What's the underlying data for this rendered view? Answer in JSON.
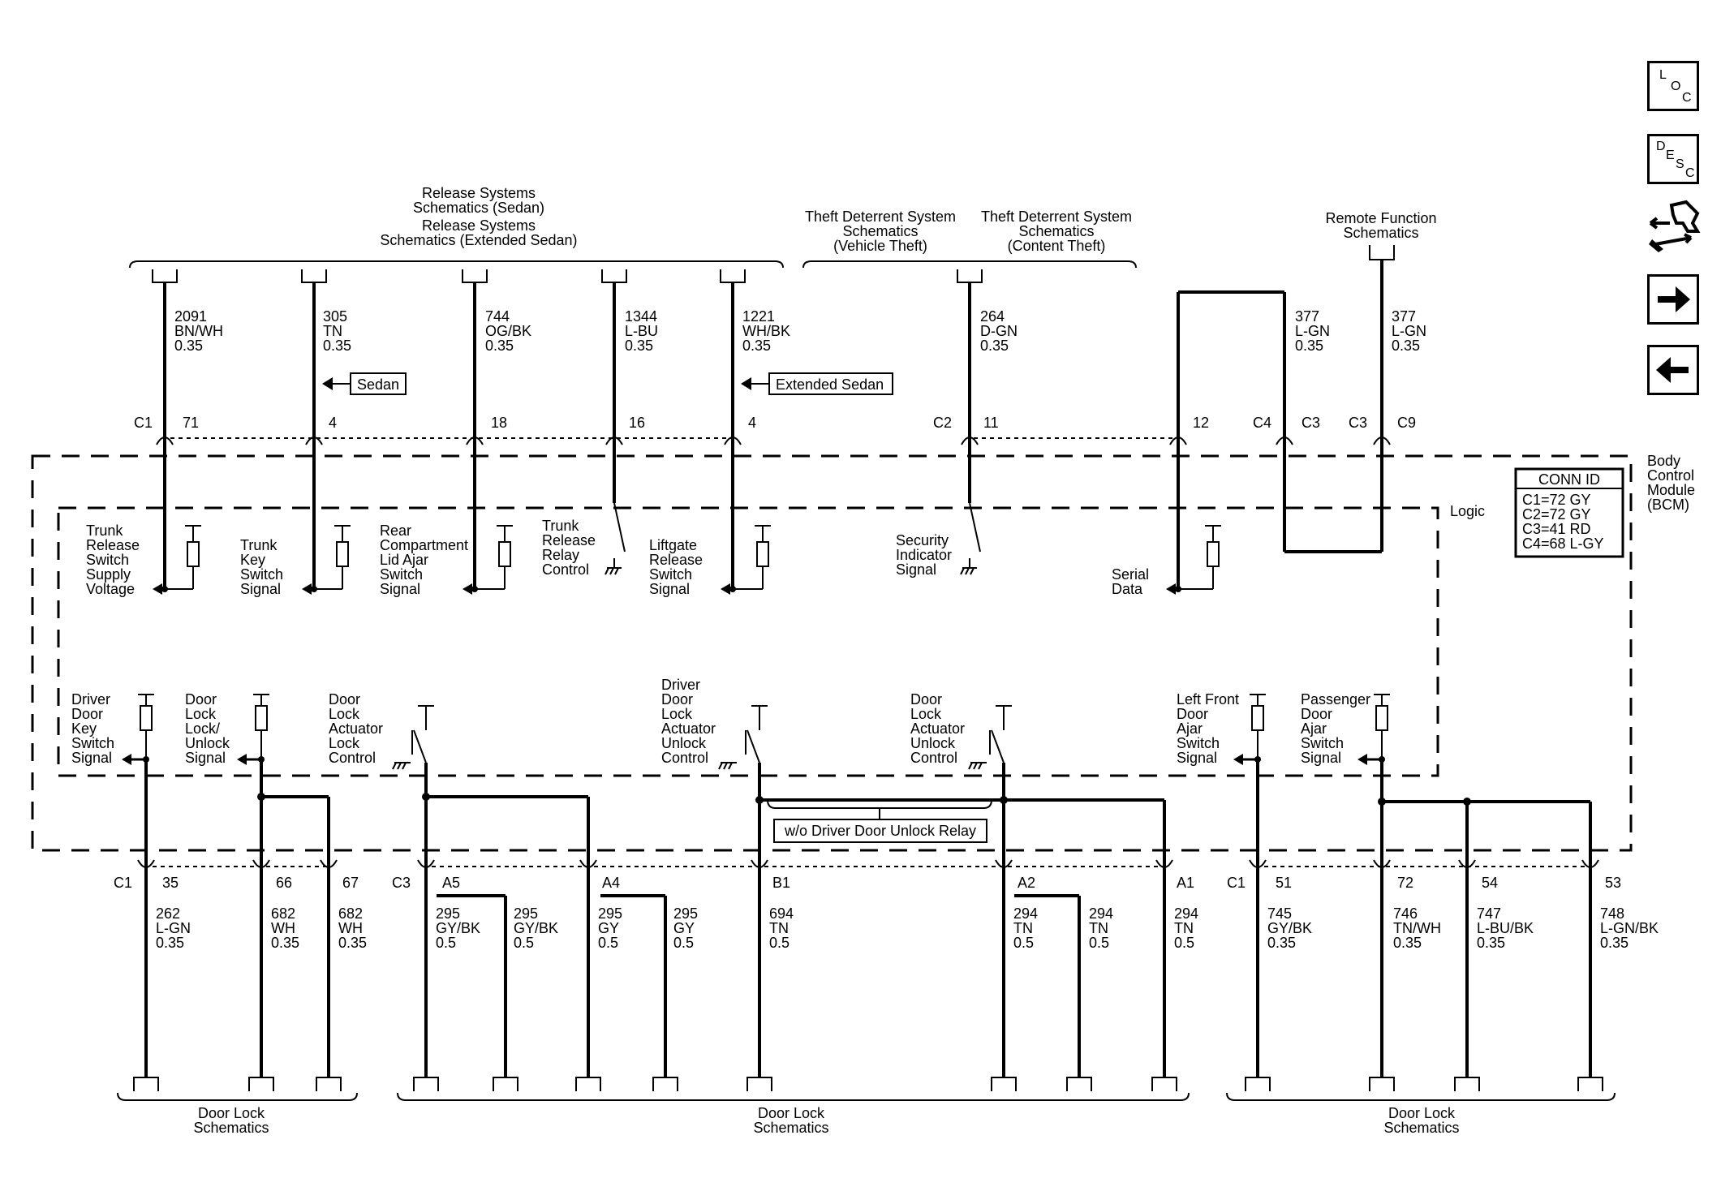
{
  "nav": {
    "loc": [
      "L",
      "O",
      "C"
    ],
    "desc": [
      "D",
      "E",
      "S",
      "C"
    ]
  },
  "top_refs": {
    "release_lines": [
      "Release Systems",
      "Schematics (Sedan)",
      "Release Systems",
      "Schematics (Extended Sedan)"
    ],
    "theft_vehicle": [
      "Theft Deterrent System",
      "Schematics",
      "(Vehicle Theft)"
    ],
    "theft_content": [
      "Theft Deterrent System",
      "Schematics",
      "(Content Theft)"
    ],
    "remote": [
      "Remote Function",
      "Schematics"
    ]
  },
  "top_wires": [
    {
      "circuit": "2091",
      "color": "BN/WH",
      "gauge": "0.35",
      "conn": "C1",
      "pin": "71"
    },
    {
      "circuit": "305",
      "color": "TN",
      "gauge": "0.35",
      "conn": "",
      "pin": "4"
    },
    {
      "circuit": "744",
      "color": "OG/BK",
      "gauge": "0.35",
      "conn": "",
      "pin": "18"
    },
    {
      "circuit": "1344",
      "color": "L-BU",
      "gauge": "0.35",
      "conn": "",
      "pin": "16"
    },
    {
      "circuit": "1221",
      "color": "WH/BK",
      "gauge": "0.35",
      "conn": "",
      "pin": "4"
    },
    {
      "circuit": "264",
      "color": "D-GN",
      "gauge": "0.35",
      "conn": "C2",
      "pin": "11"
    },
    {
      "circuit": "",
      "color": "",
      "gauge": "",
      "conn": "",
      "pin": "12"
    },
    {
      "circuit": "377",
      "color": "L-GN",
      "gauge": "0.35",
      "conn": "C4",
      "pin": "C3"
    },
    {
      "circuit": "377",
      "color": "L-GN",
      "gauge": "0.35",
      "conn": "C3",
      "pin": "C9"
    }
  ],
  "option_tags": {
    "sedan": "Sedan",
    "extended": "Extended Sedan",
    "relay": "w/o Driver Door Unlock Relay"
  },
  "module": {
    "name": [
      "Body",
      "Control",
      "Module",
      "(BCM)"
    ],
    "logic": "Logic"
  },
  "conn_id": {
    "title": "CONN ID",
    "rows": [
      "C1=72 GY",
      "C2=72 GY",
      "C3=41 RD",
      "C4=68 L-GY"
    ]
  },
  "upper_functions": [
    [
      "Trunk",
      "Release",
      "Switch",
      "Supply",
      "Voltage"
    ],
    [
      "Trunk",
      "Key",
      "Switch",
      "Signal"
    ],
    [
      "Rear",
      "Compartment",
      "Lid Ajar",
      "Switch",
      "Signal"
    ],
    [
      "Trunk",
      "Release",
      "Relay",
      "Control"
    ],
    [
      "Liftgate",
      "Release",
      "Switch",
      "Signal"
    ],
    [
      "Security",
      "Indicator",
      "Signal"
    ],
    [
      "Serial",
      "Data"
    ]
  ],
  "lower_functions": [
    [
      "Driver",
      "Door",
      "Key",
      "Switch",
      "Signal"
    ],
    [
      "Door",
      "Lock",
      "Lock/",
      "Unlock",
      "Signal"
    ],
    [
      "Door",
      "Lock",
      "Actuator",
      "Lock",
      "Control"
    ],
    [
      "Driver",
      "Door",
      "Lock",
      "Actuator",
      "Unlock",
      "Control"
    ],
    [
      "Door",
      "Lock",
      "Actuator",
      "Unlock",
      "Control"
    ],
    [
      "Left Front",
      "Door",
      "Ajar",
      "Switch",
      "Signal"
    ],
    [
      "Passenger",
      "Door",
      "Ajar",
      "Switch",
      "Signal"
    ]
  ],
  "bottom_wires": [
    {
      "conn": "C1",
      "pin": "35",
      "circuit": "262",
      "color": "L-GN",
      "gauge": "0.35"
    },
    {
      "conn": "",
      "pin": "66",
      "circuit": "682",
      "color": "WH",
      "gauge": "0.35"
    },
    {
      "conn": "",
      "pin": "67",
      "circuit": "682",
      "color": "WH",
      "gauge": "0.35"
    },
    {
      "conn": "C3",
      "pin": "A5",
      "circuit": "295",
      "color": "GY/BK",
      "gauge": "0.5"
    },
    {
      "conn": "",
      "pin": "",
      "circuit": "295",
      "color": "GY/BK",
      "gauge": "0.5"
    },
    {
      "conn": "",
      "pin": "A4",
      "circuit": "295",
      "color": "GY",
      "gauge": "0.5"
    },
    {
      "conn": "",
      "pin": "",
      "circuit": "295",
      "color": "GY",
      "gauge": "0.5"
    },
    {
      "conn": "",
      "pin": "B1",
      "circuit": "694",
      "color": "TN",
      "gauge": "0.5"
    },
    {
      "conn": "",
      "pin": "A2",
      "circuit": "294",
      "color": "TN",
      "gauge": "0.5"
    },
    {
      "conn": "",
      "pin": "",
      "circuit": "294",
      "color": "TN",
      "gauge": "0.5"
    },
    {
      "conn": "",
      "pin": "A1",
      "circuit": "294",
      "color": "TN",
      "gauge": "0.5"
    },
    {
      "conn": "C1",
      "pin": "51",
      "circuit": "745",
      "color": "GY/BK",
      "gauge": "0.35"
    },
    {
      "conn": "",
      "pin": "72",
      "circuit": "746",
      "color": "TN/WH",
      "gauge": "0.35"
    },
    {
      "conn": "",
      "pin": "54",
      "circuit": "747",
      "color": "L-BU/BK",
      "gauge": "0.35"
    },
    {
      "conn": "",
      "pin": "53",
      "circuit": "748",
      "color": "L-GN/BK",
      "gauge": "0.35"
    }
  ],
  "bottom_refs": [
    [
      "Door Lock",
      "Schematics"
    ],
    [
      "Door Lock",
      "Schematics"
    ],
    [
      "Door Lock",
      "Schematics"
    ]
  ]
}
